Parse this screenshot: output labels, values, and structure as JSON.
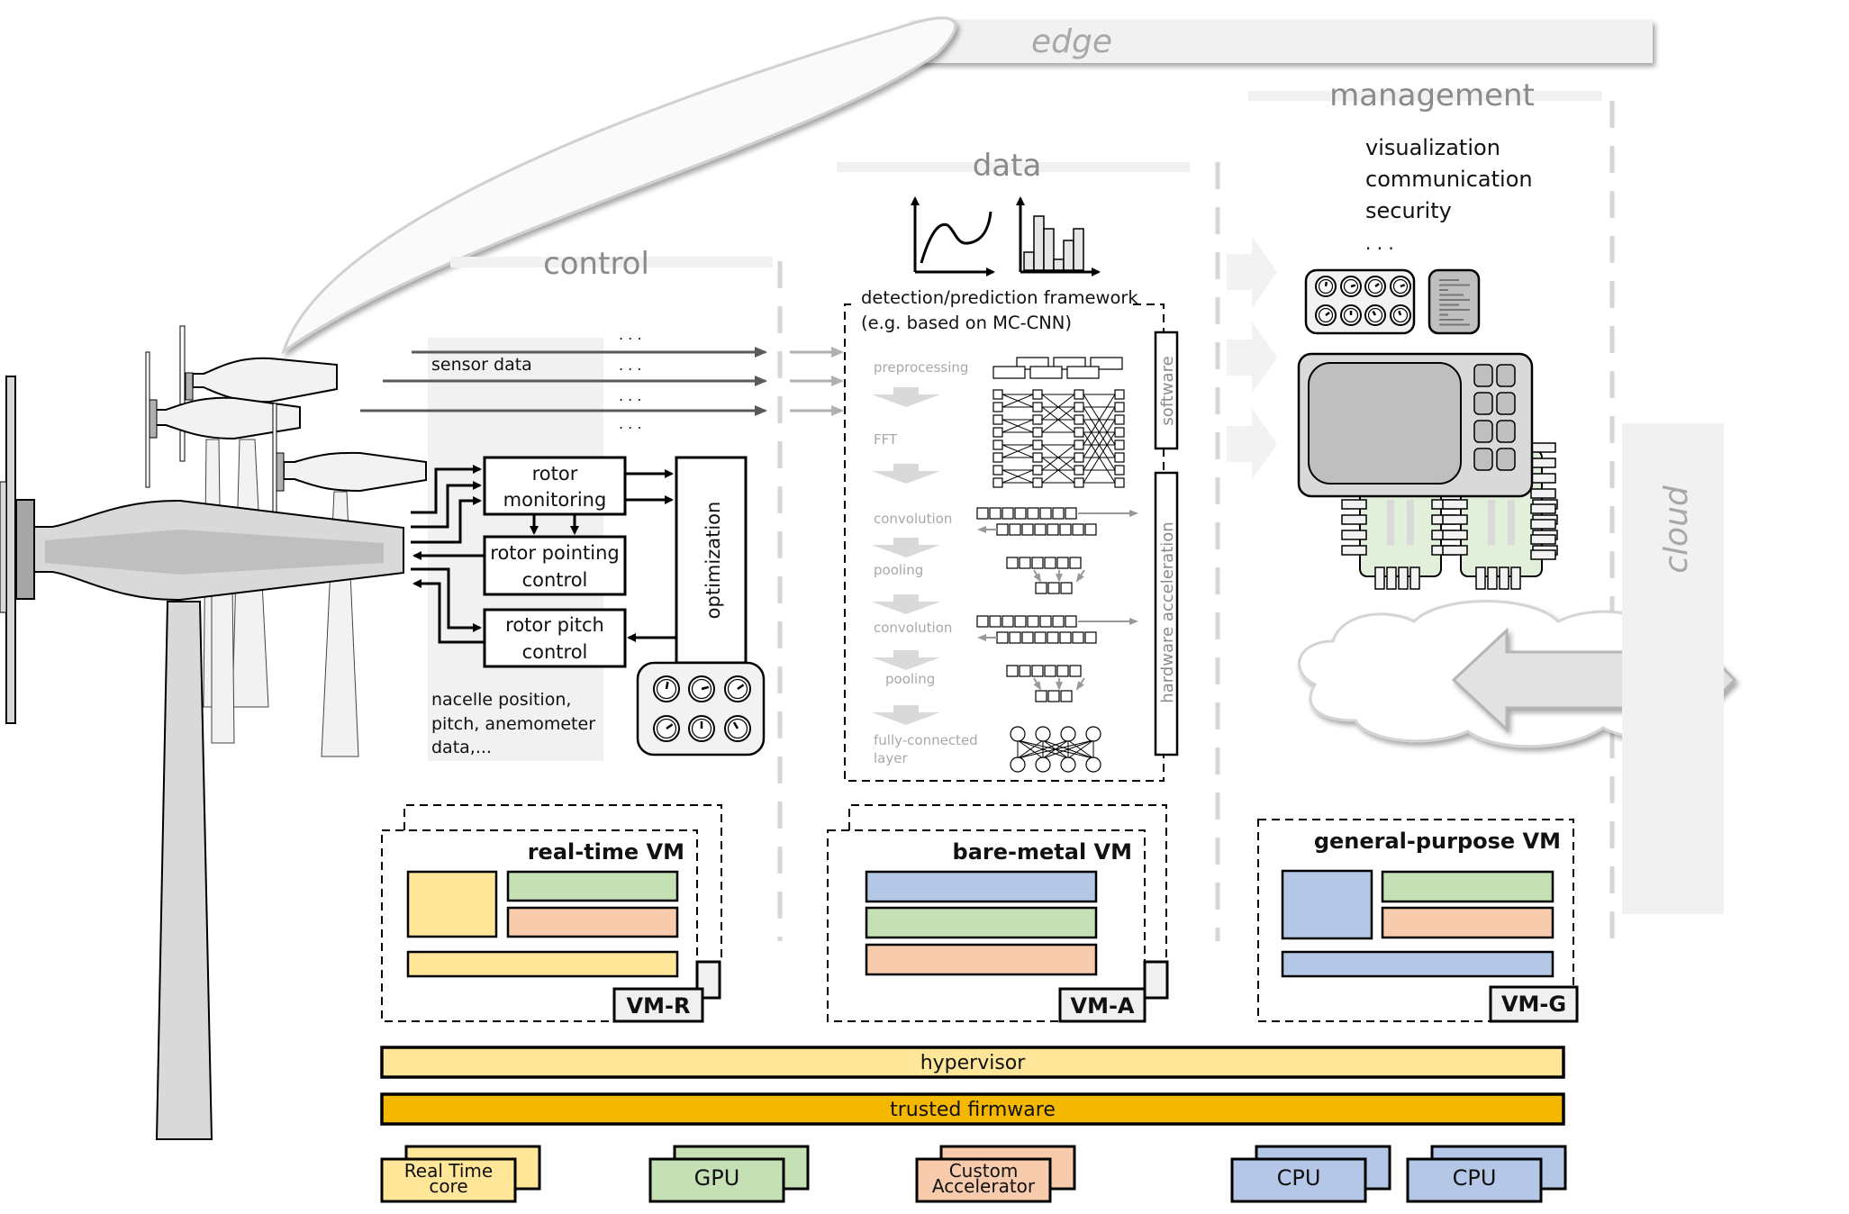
{
  "title_bands": {
    "edge": "edge",
    "management": "management",
    "data": "data",
    "control": "control",
    "cloud": "cloud"
  },
  "control": {
    "sensor_data_label": "sensor data",
    "ellipsis": ". . .",
    "rotor_monitoring": [
      "rotor",
      "monitoring"
    ],
    "rotor_pointing_control": [
      "rotor pointing",
      "control"
    ],
    "rotor_pitch_control": [
      "rotor pitch",
      "control"
    ],
    "optimization": "optimization",
    "nacelle_note": [
      "nacelle position,",
      "pitch, anemometer",
      "data,..."
    ]
  },
  "data": {
    "framework_title": [
      "detection/prediction framework",
      "(e.g. based on MC-CNN)"
    ],
    "software_label": "software",
    "hardware_label": "hardware acceleration",
    "pipeline_steps": [
      {
        "label": "preprocessing"
      },
      {
        "label": "FFT"
      },
      {
        "label": "convolution"
      },
      {
        "label": "pooling"
      },
      {
        "label": "convolution"
      },
      {
        "label": "pooling"
      },
      {
        "label": "fully-connected layer",
        "lines": [
          "fully-connected",
          "layer"
        ]
      }
    ]
  },
  "management": {
    "items": [
      "visualization",
      "communication",
      "security",
      ". . ."
    ]
  },
  "vms": [
    {
      "title": "real-time VM",
      "tag": "VM-R"
    },
    {
      "title": "bare-metal VM",
      "tag": "VM-A"
    },
    {
      "title": "general-purpose VM",
      "tag": "VM-G"
    }
  ],
  "layers": {
    "hypervisor": "hypervisor",
    "trusted_firmware": "trusted firmware"
  },
  "hardware": [
    {
      "lines": [
        "Real Time",
        "core"
      ],
      "color": "#ffe699"
    },
    {
      "lines": [
        "GPU"
      ],
      "color": "#c5e0b4"
    },
    {
      "lines": [
        "Custom",
        "Accelerator"
      ],
      "color": "#f8cbad"
    },
    {
      "lines": [
        "CPU"
      ],
      "color": "#b4c7e7"
    },
    {
      "lines": [
        "CPU"
      ],
      "color": "#b4c7e7"
    }
  ],
  "colors": {
    "yellow": "#ffe699",
    "green": "#c5e0b4",
    "orange": "#f8cbad",
    "blue": "#b4c7e7",
    "firmware": "#f5b800",
    "tag_bg": "#f0f0f0"
  }
}
